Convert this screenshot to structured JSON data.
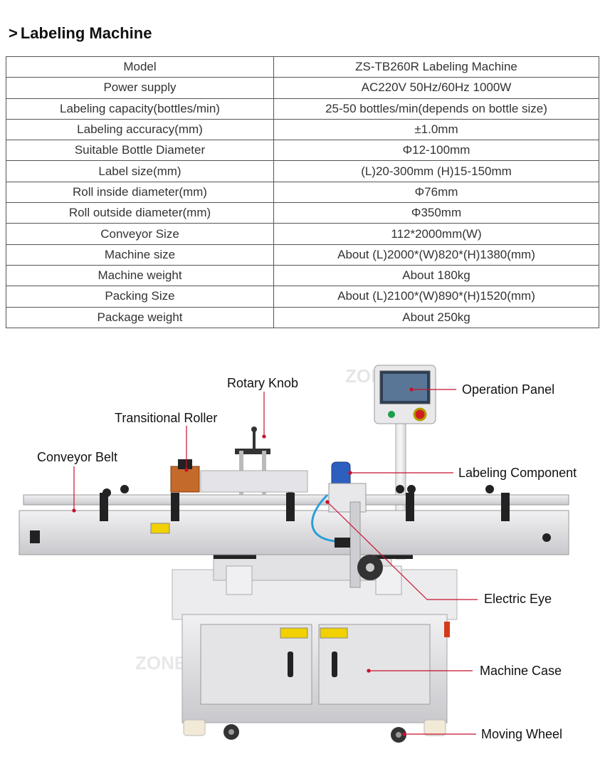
{
  "heading": {
    "arrow": ">",
    "title": "Labeling Machine"
  },
  "specs": [
    {
      "label": "Model",
      "value": "ZS-TB260R Labeling Machine"
    },
    {
      "label": "Power supply",
      "value": "AC220V 50Hz/60Hz 1000W"
    },
    {
      "label": "Labeling capacity(bottles/min)",
      "value": "25-50 bottles/min(depends on bottle size)"
    },
    {
      "label": "Labeling accuracy(mm)",
      "value": "±1.0mm"
    },
    {
      "label": "Suitable Bottle Diameter",
      "value": "Φ12-100mm"
    },
    {
      "label": "Label size(mm)",
      "value": "(L)20-300mm (H)15-150mm"
    },
    {
      "label": "Roll inside diameter(mm)",
      "value": "Φ76mm"
    },
    {
      "label": "Roll outside diameter(mm)",
      "value": "Φ350mm"
    },
    {
      "label": "Conveyor Size",
      "value": "112*2000mm(W)"
    },
    {
      "label": "Machine size",
      "value": "About (L)2000*(W)820*(H)1380(mm)"
    },
    {
      "label": "Machine weight",
      "value": "About 180kg"
    },
    {
      "label": "Packing Size",
      "value": "About (L)2100*(W)890*(H)1520(mm)"
    },
    {
      "label": "Package weight",
      "value": "About 250kg"
    }
  ],
  "callouts": {
    "rotary_knob": "Rotary Knob",
    "transitional_roller": "Transitional Roller",
    "conveyor_belt": "Conveyor Belt",
    "operation_panel": "Operation Panel",
    "labeling_component": "Labeling Component",
    "electric_eye": "Electric Eye",
    "machine_case": "Machine Case",
    "moving_wheel": "Moving Wheel"
  },
  "watermark": "ZONESUN",
  "colors": {
    "callout_line": "#c8102e",
    "steel": "#d9d9dc",
    "border": "#555555"
  },
  "icons": [
    "warning-sticker-icon",
    "door-handle-icon",
    "emergency-stop-icon"
  ]
}
